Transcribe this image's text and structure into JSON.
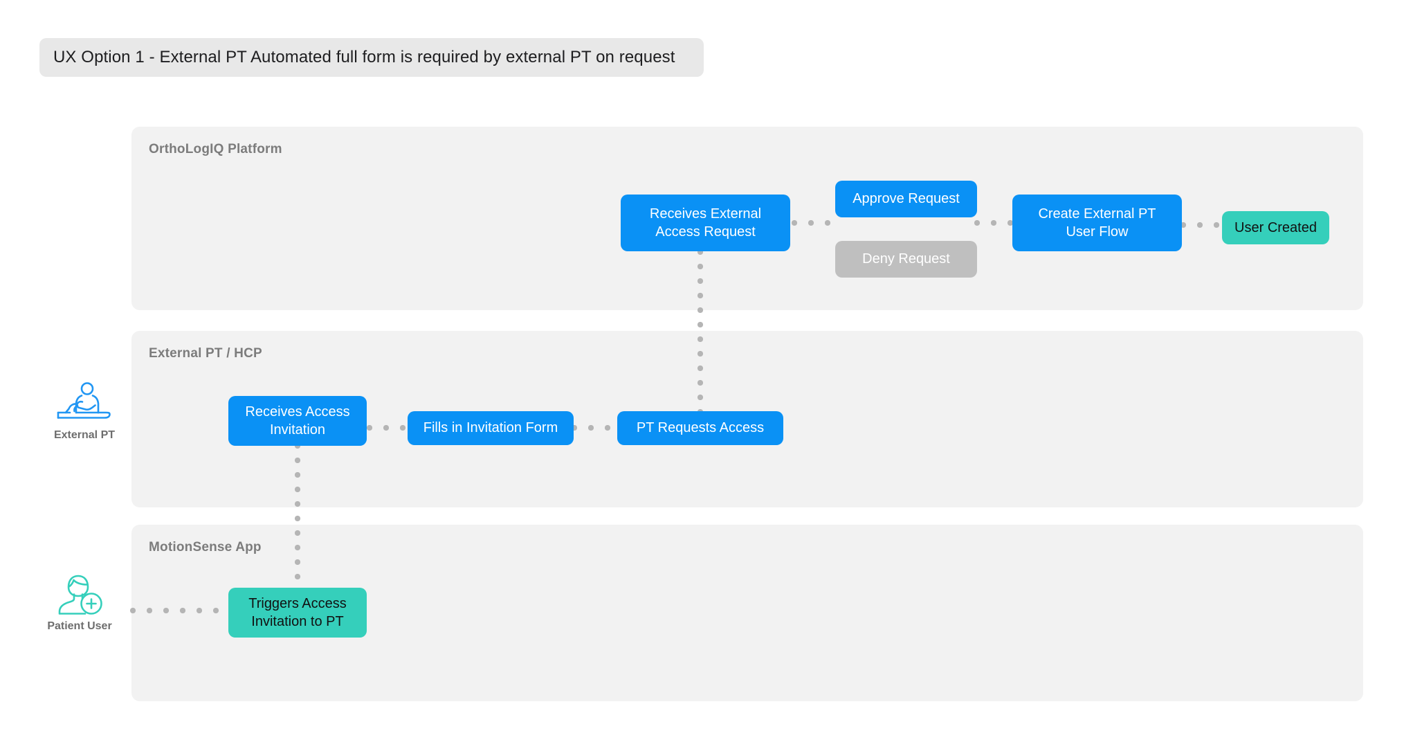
{
  "title": {
    "text": "UX Option 1 - External PT Automated full form is required by external PT on request"
  },
  "colors": {
    "accent_blue": "#0a91f5",
    "teal": "#35cfbb",
    "gray_node": "#bfbfbf",
    "lane_background": "#f2f2f2",
    "title_background": "#e8e8e8",
    "dot_connector": "#b5b5b5",
    "lane_title_text": "#7c7c7c"
  },
  "personas": [
    {
      "label": "External PT",
      "icon": "physical-therapist-icon",
      "color": "#2196f3"
    },
    {
      "label": "Patient User",
      "icon": "patient-user-icon",
      "color": "#35cfbb"
    }
  ],
  "lanes": [
    {
      "id": "platform",
      "title": "OrthoLogIQ Platform",
      "nodes": [
        {
          "id": "receives-external-access-request",
          "label": "Receives External Access Request",
          "style": "blue"
        },
        {
          "id": "approve-request",
          "label": "Approve Request",
          "style": "blue"
        },
        {
          "id": "deny-request",
          "label": "Deny Request",
          "style": "gray"
        },
        {
          "id": "create-external-pt-user-flow",
          "label": "Create External PT User Flow",
          "style": "blue"
        },
        {
          "id": "user-created",
          "label": "User Created",
          "style": "teal"
        }
      ]
    },
    {
      "id": "external-pt-hcp",
      "title": "External PT / HCP",
      "nodes": [
        {
          "id": "receives-access-invitation",
          "label": "Receives Access Invitation",
          "style": "blue"
        },
        {
          "id": "fills-in-invitation-form",
          "label": "Fills in Invitation Form",
          "style": "blue"
        },
        {
          "id": "pt-requests-access",
          "label": "PT Requests Access",
          "style": "blue"
        }
      ]
    },
    {
      "id": "motionsense-app",
      "title": "MotionSense App",
      "nodes": [
        {
          "id": "triggers-access-invitation-to-pt",
          "label": "Triggers Access Invitation to PT",
          "style": "teal"
        }
      ]
    }
  ],
  "connectors": [
    {
      "id": "patient-to-triggers",
      "from": "Patient User",
      "to": "Triggers Access Invitation to PT",
      "direction": "horizontal"
    },
    {
      "id": "triggers-to-receives-invitation",
      "from": "Triggers Access Invitation to PT",
      "to": "Receives Access Invitation",
      "direction": "vertical"
    },
    {
      "id": "receives-invitation-to-fills",
      "from": "Receives Access Invitation",
      "to": "Fills in Invitation Form",
      "direction": "horizontal"
    },
    {
      "id": "fills-to-pt-requests",
      "from": "Fills in Invitation Form",
      "to": "PT Requests Access",
      "direction": "horizontal"
    },
    {
      "id": "pt-requests-to-receives-external",
      "from": "PT Requests Access",
      "to": "Receives External Access Request",
      "direction": "vertical"
    },
    {
      "id": "receives-external-to-approve",
      "from": "Receives External Access Request",
      "to": "Approve Request",
      "direction": "horizontal"
    },
    {
      "id": "approve-to-create-user-flow",
      "from": "Approve Request",
      "to": "Create External PT User Flow",
      "direction": "horizontal"
    },
    {
      "id": "create-user-flow-to-user-created",
      "from": "Create External PT User Flow",
      "to": "User Created",
      "direction": "horizontal"
    }
  ]
}
